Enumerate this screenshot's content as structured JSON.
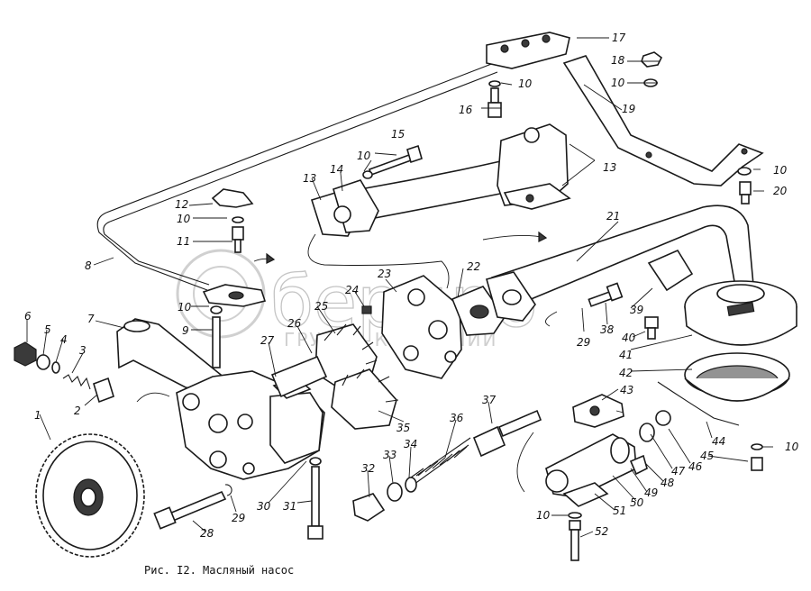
{
  "caption": "Рис. I2. Масляный насос",
  "watermark": {
    "brand": "бердро",
    "sub": "ГРУППА КОМПАНИЙ"
  },
  "part_numbers": [
    "1",
    "2",
    "3",
    "4",
    "5",
    "6",
    "7",
    "8",
    "9",
    "10",
    "11",
    "12",
    "13",
    "14",
    "15",
    "16",
    "17",
    "18",
    "19",
    "20",
    "21",
    "22",
    "23",
    "24",
    "25",
    "26",
    "27",
    "28",
    "29",
    "30",
    "31",
    "32",
    "33",
    "34",
    "35",
    "36",
    "37",
    "38",
    "39",
    "40",
    "41",
    "42",
    "43",
    "44",
    "45",
    "46",
    "47",
    "48",
    "49",
    "50",
    "51",
    "52"
  ]
}
